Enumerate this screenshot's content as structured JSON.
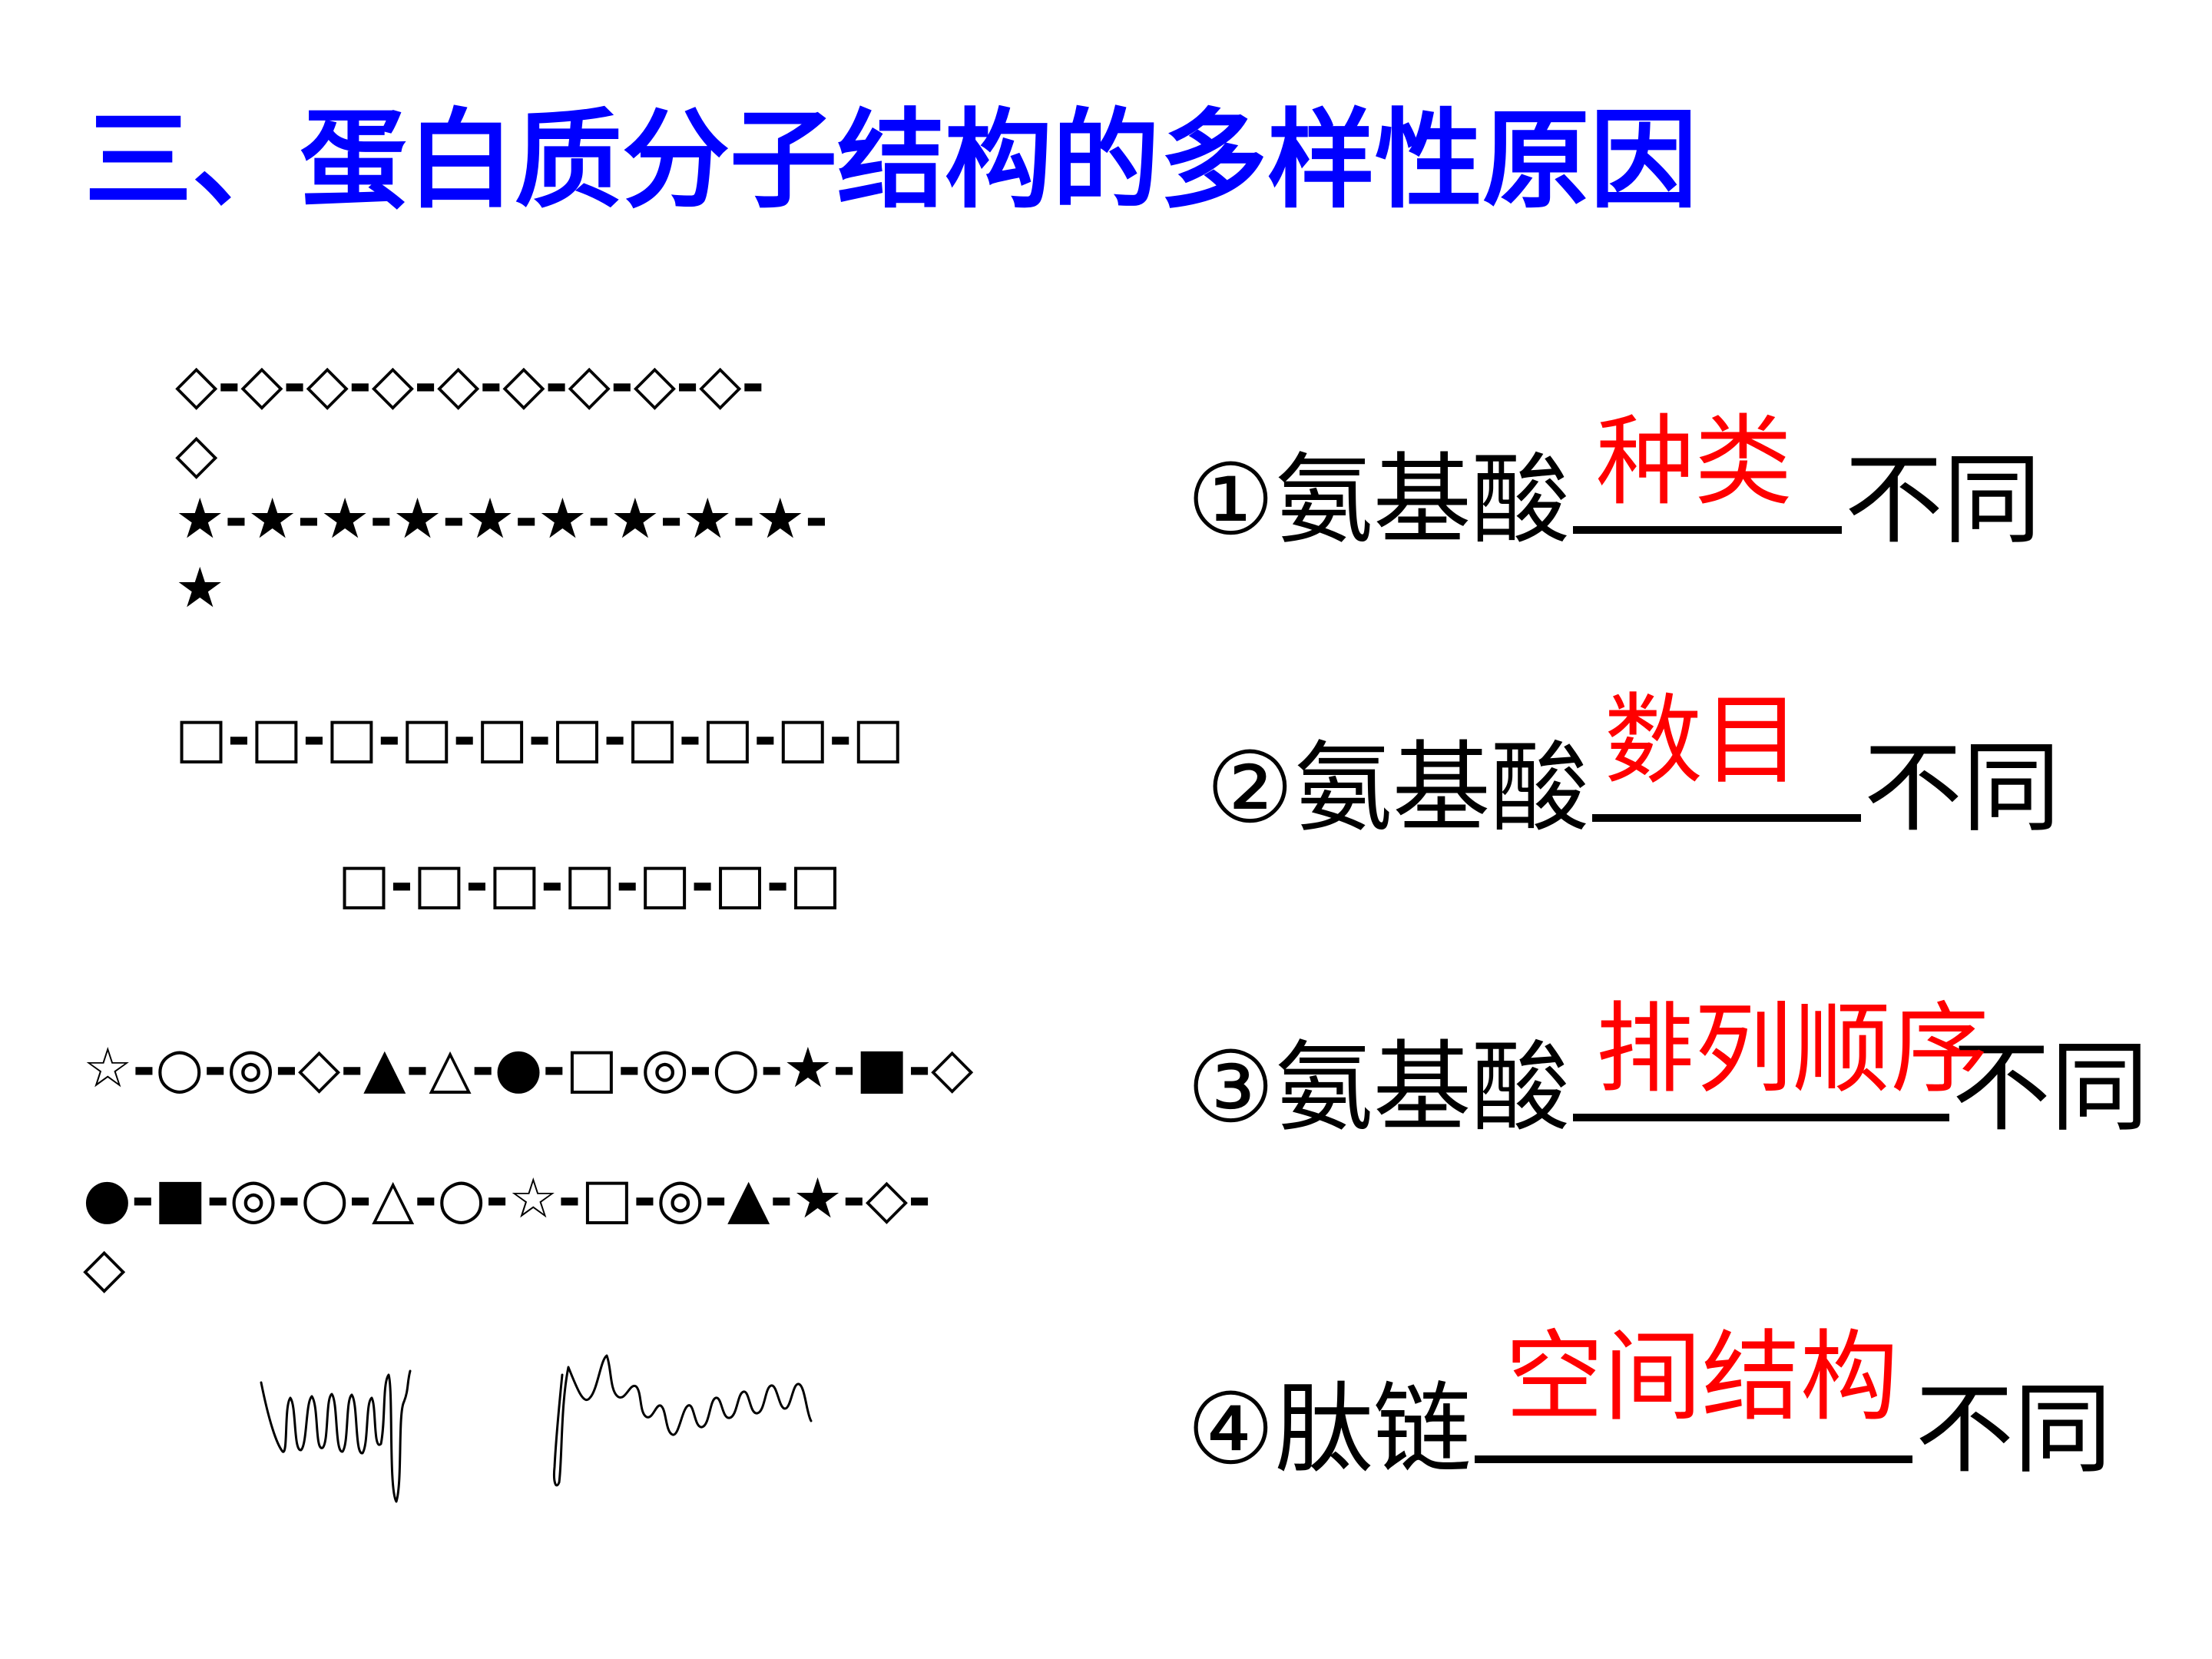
{
  "title": {
    "text": "三、蛋白质分子结构的多样性原因",
    "color": "#0000ff"
  },
  "chains": {
    "diamond_line1": "◇-◇-◇-◇-◇-◇-◇-◇-◇-",
    "diamond_line2": "◇",
    "star_line1": "★-★-★-★-★-★-★-★-★-",
    "star_line2": "★",
    "square_long": "□-□-□-□-□-□-□-□-□-□",
    "square_short": "□-□-□-□-□-□-□",
    "mixed1": "☆-○-◎-◇-▲-△-●-□-◎-○-★-■-◇",
    "mixed2_line1": "●-■-◎-○-△-○-☆-□-◎-▲-★-◇-",
    "mixed2_line2": "◇"
  },
  "reasons": [
    {
      "prefix": "①氨基酸",
      "answer": "种类",
      "suffix": "不同"
    },
    {
      "prefix": "②氨基酸",
      "answer": "数目",
      "suffix": "不同"
    },
    {
      "prefix": "③氨基酸",
      "answer": "排列顺序",
      "suffix": "不同"
    },
    {
      "prefix": "④肽链",
      "answer": "空间结构",
      "suffix": "不同"
    }
  ],
  "colors": {
    "title": "#0000ff",
    "answer": "#ff0000",
    "text": "#000000"
  },
  "icons": {
    "folded_chain": "folded-peptide-squiggle",
    "extended_chain": "extended-peptide-squiggle"
  }
}
